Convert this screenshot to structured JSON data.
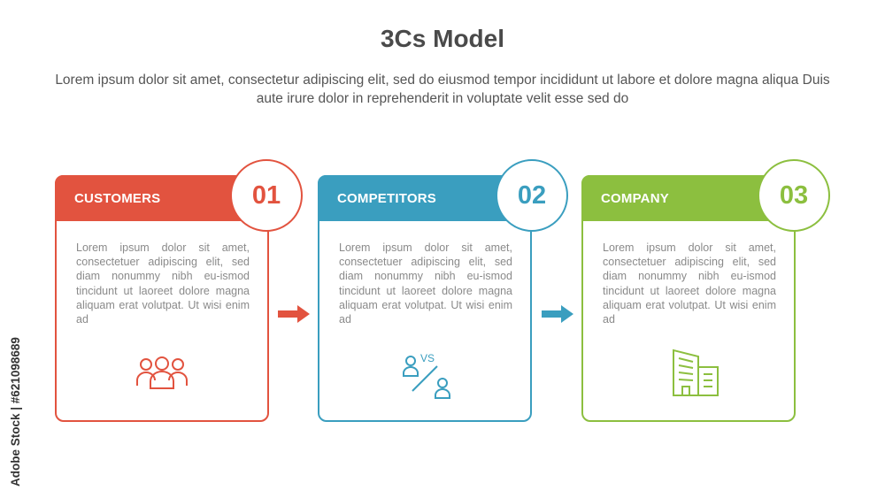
{
  "title": "3Cs Model",
  "subtitle": "Lorem ipsum dolor sit amet, consectetur adipiscing elit, sed do eiusmod tempor incididunt ut labore et dolore magna aliqua Duis aute irure dolor in reprehenderit in voluptate velit esse sed do",
  "cards": [
    {
      "label": "CUSTOMERS",
      "number": "01",
      "color": "#e2533f",
      "body": "Lorem ipsum dolor sit amet, consectetuer adipiscing elit, sed diam nonummy nibh eu-ismod tincidunt ut laoreet dolore magna aliquam erat volutpat. Ut wisi enim ad",
      "icon": "people-group-icon"
    },
    {
      "label": "COMPETITORS",
      "number": "02",
      "color": "#3a9ebf",
      "body": "Lorem ipsum dolor sit amet, consectetuer adipiscing elit, sed diam nonummy nibh eu-ismod tincidunt ut laoreet dolore magna aliquam erat volutpat. Ut wisi enim ad",
      "icon": "versus-icon",
      "icon_text": "VS"
    },
    {
      "label": "COMPANY",
      "number": "03",
      "color": "#8cbf3f",
      "body": "Lorem ipsum dolor sit amet, consectetuer adipiscing elit, sed diam nonummy nibh eu-ismod tincidunt ut laoreet dolore magna aliquam erat volutpat. Ut wisi enim ad",
      "icon": "building-icon"
    }
  ],
  "watermark": "Adobe Stock | #621098689"
}
